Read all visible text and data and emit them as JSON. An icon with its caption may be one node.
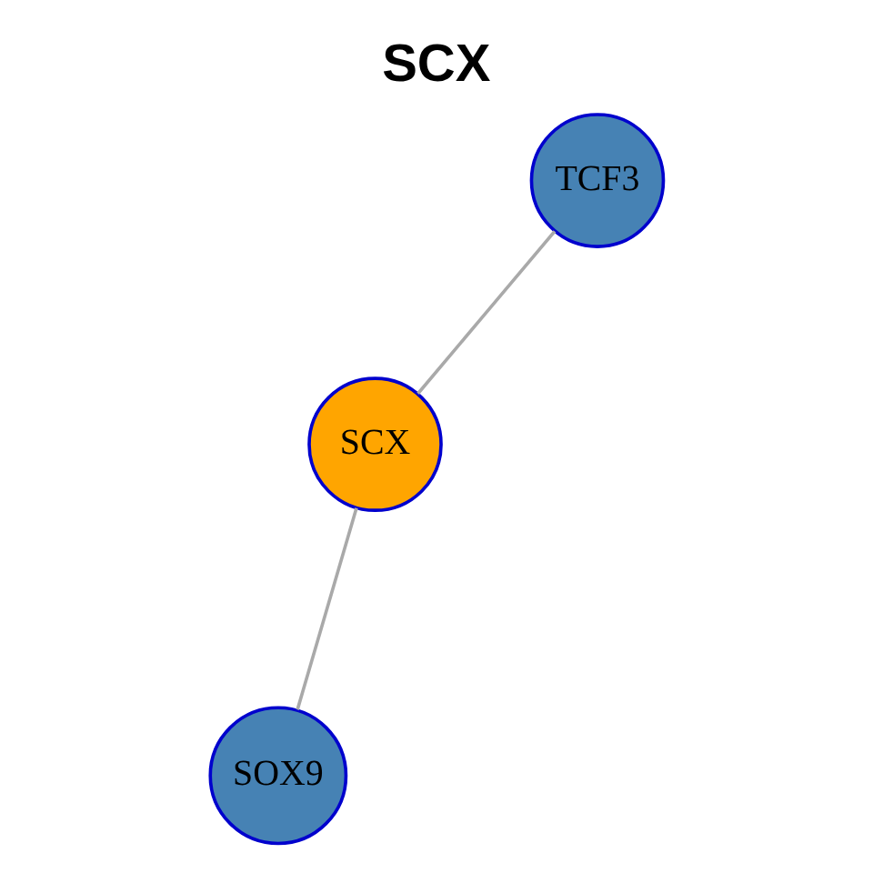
{
  "diagram": {
    "title": "SCX",
    "nodes": [
      {
        "text": [
          "SCX"
        ]
      },
      {
        "text": [
          "TCF3"
        ]
      },
      {
        "text": [
          "SOX9"
        ]
      }
    ],
    "edges": [
      {
        "from": 0,
        "to": 1,
        "arrow": "none"
      },
      {
        "from": 0,
        "to": 2,
        "arrow": "none"
      }
    ]
  }
}
